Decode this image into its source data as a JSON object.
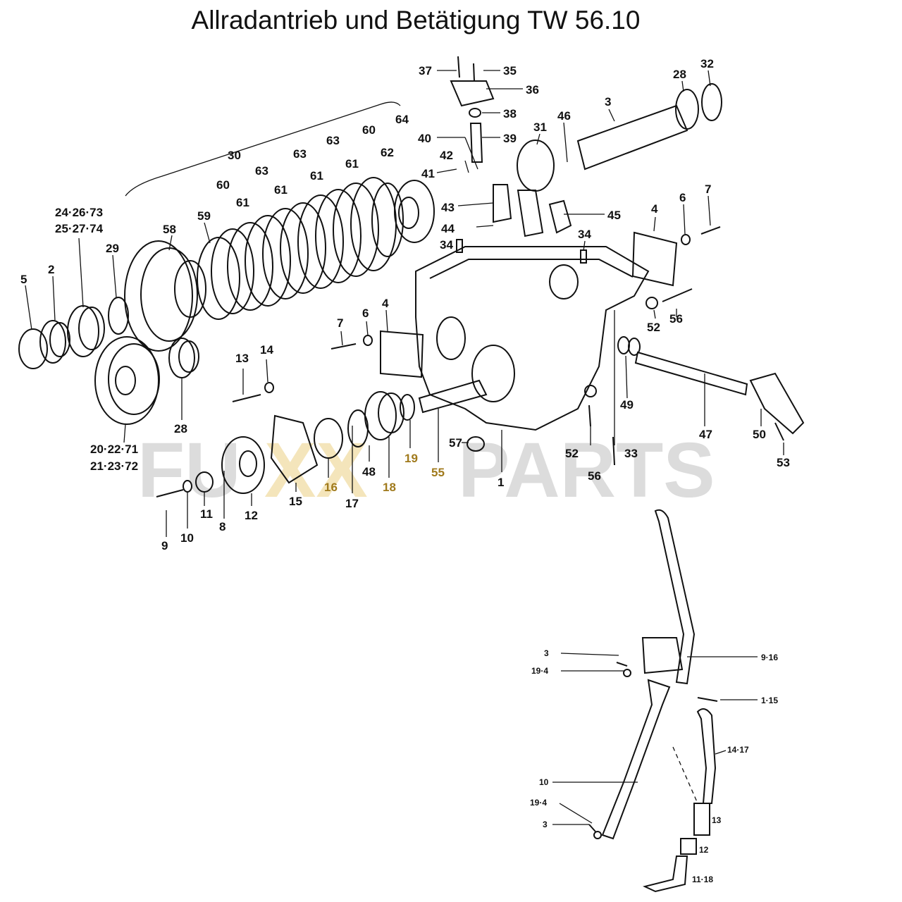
{
  "title": "Allradantrieb und Betätigung TW 56.10",
  "watermark": {
    "left": "FU",
    "mid": "XX",
    "right": "PARTS"
  },
  "colors": {
    "accent": "#a07a1c",
    "watermark": "#d9d9d9",
    "watermark_x": "#f3e3b4"
  },
  "labels_main": {
    "l5": "5",
    "l2": "2",
    "l2426": "24·26·73",
    "l2527": "25·27·74",
    "l29": "29",
    "l58": "58",
    "l59": "59",
    "l60a": "60",
    "l61a": "61",
    "l63a": "63",
    "l61b": "61",
    "l63b": "63",
    "l61c": "61",
    "l63c": "63",
    "l61d": "61",
    "l60b": "60",
    "l62": "62",
    "l64": "64",
    "l30": "30",
    "l28a": "28",
    "l2022": "20·22·71",
    "l2123": "21·23·72",
    "l13": "13",
    "l14": "14",
    "l9": "9",
    "l10": "10",
    "l11": "11",
    "l8": "8",
    "l12": "12",
    "l15": "15",
    "l16": "16",
    "l17": "17",
    "l48": "48",
    "l18": "18",
    "l19": "19",
    "l55": "55",
    "l57": "57",
    "l1": "1",
    "l7a": "7",
    "l6a": "6",
    "l4a": "4",
    "l37": "37",
    "l35": "35",
    "l36": "36",
    "l38": "38",
    "l40": "40",
    "l39": "39",
    "l42": "42",
    "l41": "41",
    "l43": "43",
    "l44": "44",
    "l34a": "34",
    "l31": "31",
    "l46": "46",
    "l3": "3",
    "l28b": "28",
    "l32": "32",
    "l45": "45",
    "l34b": "34",
    "l4b": "4",
    "l6b": "6",
    "l7b": "7",
    "l52a": "52",
    "l56a": "56",
    "l49": "49",
    "l47": "47",
    "l50": "50",
    "l53": "53",
    "l52b": "52",
    "l56b": "56",
    "l33": "33"
  },
  "labels_lever": {
    "l3a": "3",
    "l194a": "19·4",
    "l916": "9·16",
    "l115": "1·15",
    "l1417": "14·17",
    "l10": "10",
    "l194b": "19·4",
    "l3b": "3",
    "l13": "13",
    "l12": "12",
    "l1118": "11·18"
  }
}
